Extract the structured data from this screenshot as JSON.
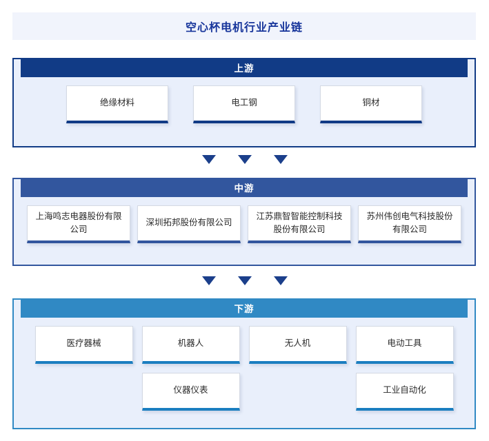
{
  "title": {
    "text": "空心杯电机行业产业链"
  },
  "colors": {
    "title_text": "#17359b",
    "title_bg": "#f1f4fc",
    "upstream": "#113b86",
    "midstream": "#32569e",
    "downstream": "#3089c4",
    "downstream_accent": "#1b7ec0",
    "section_bg": "#e9effb",
    "arrow": "#1b3f8b",
    "card_bg": "#ffffff",
    "card_text": "#2b2b2b"
  },
  "arrows": {
    "icon": "triangle-down-icon",
    "count": 3
  },
  "sections": [
    {
      "key": "upstream",
      "header": "上游",
      "items": [
        {
          "label": "绝缘材料"
        },
        {
          "label": "电工钢"
        },
        {
          "label": "铜材"
        }
      ]
    },
    {
      "key": "midstream",
      "header": "中游",
      "items": [
        {
          "label": "上海鸣志电器股份有限公司"
        },
        {
          "label": "深圳拓邦股份有限公司"
        },
        {
          "label": "江苏鼎智智能控制科技股份有限公司"
        },
        {
          "label": "苏州伟创电气科技股份有限公司"
        }
      ]
    },
    {
      "key": "downstream",
      "header": "下游",
      "items_row1": [
        {
          "label": "医疗器械"
        },
        {
          "label": "机器人"
        },
        {
          "label": "无人机"
        },
        {
          "label": "电动工具"
        }
      ],
      "items_row2": [
        {
          "label": "仪器仪表"
        },
        {
          "label": "工业自动化"
        }
      ]
    }
  ]
}
